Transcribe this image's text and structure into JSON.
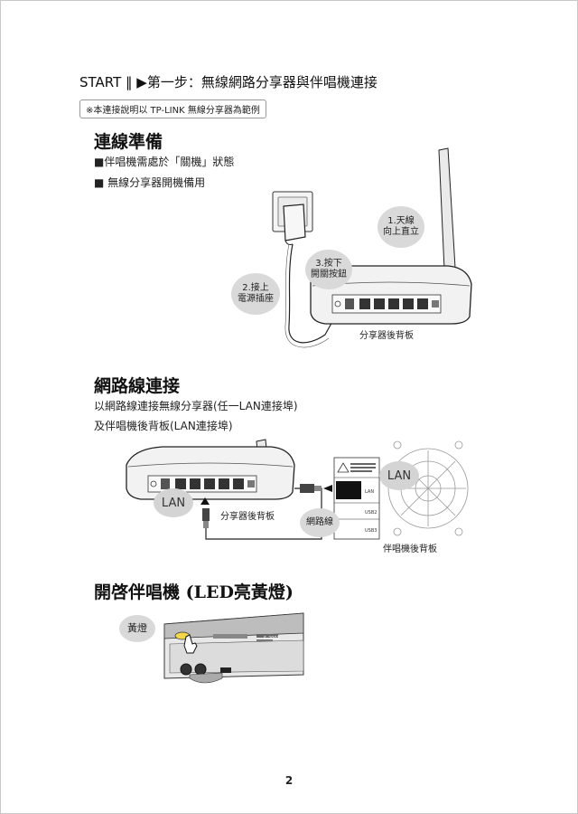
{
  "header": {
    "title": "START ‖ ▶第一步：無線網路分享器與伴唱機連接"
  },
  "note": "※本連接說明以 TP-LINK 無線分享器為範例",
  "section1": {
    "title": "連線準備",
    "bullets": [
      "■伴唱機需處於「關機」狀態",
      "■ 無線分享器開機備用"
    ],
    "bubbles": {
      "antenna": [
        "1.天線",
        "向上直立"
      ],
      "power": [
        "3.按下",
        "開關按鈕"
      ],
      "socket": [
        "2.接上",
        "電源插座"
      ]
    },
    "caption": "分享器後背板"
  },
  "section2": {
    "title": "網路線連接",
    "lines": [
      "以網路線連接無線分享器(任一LAN連接埠)",
      "及伴唱機後背板(LAN連接埠)"
    ],
    "lan_left": "LAN",
    "lan_right": "LAN",
    "router_caption": "分享器後背板",
    "cable_label": "網路線",
    "player_caption": "伴唱機後背板",
    "panel_labels": [
      "LAN",
      "USB2",
      "USB3"
    ]
  },
  "section3": {
    "title": "開啓伴唱機 (LED亮黃燈)",
    "bubble": "黃燈",
    "model": "S-2001"
  },
  "page_number": "2"
}
